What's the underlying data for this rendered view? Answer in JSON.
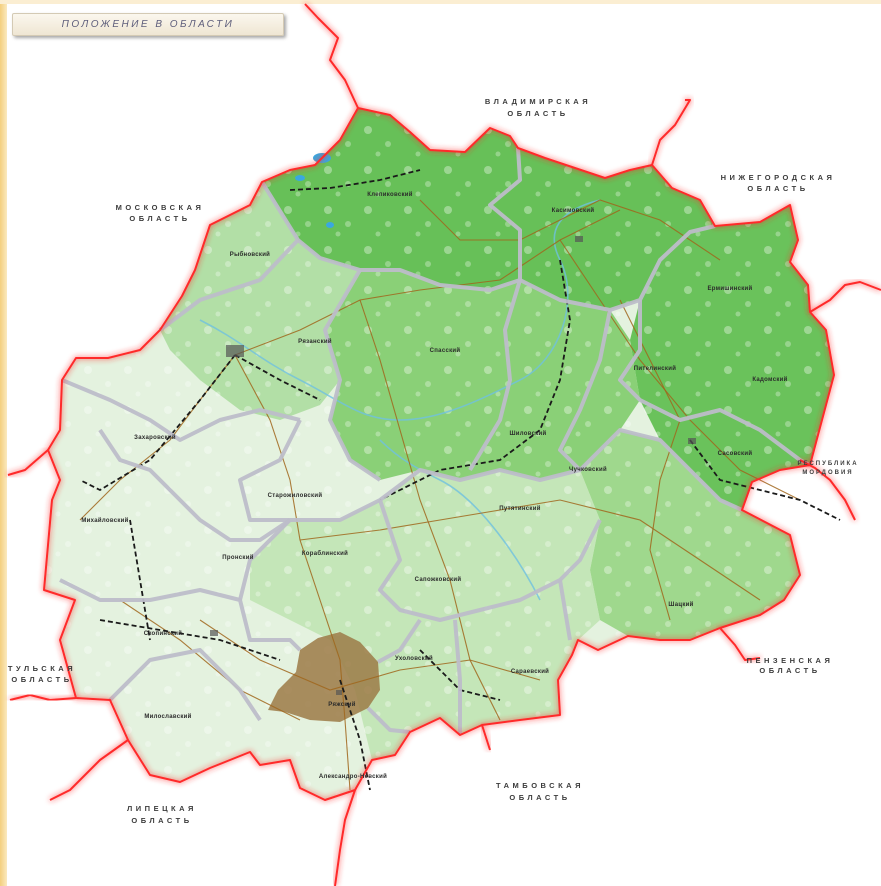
{
  "header": {
    "title": "ПОЛОЖЕНИЕ В ОБЛАСТИ"
  },
  "neighbors": [
    {
      "id": "vladimir",
      "line1": "ВЛАДИМИРСКАЯ",
      "line2": "ОБЛАСТЬ"
    },
    {
      "id": "moscow",
      "line1": "МОСКОВСКАЯ",
      "line2": "ОБЛАСТЬ"
    },
    {
      "id": "nizhny",
      "line1": "НИЖЕГОРОДСКАЯ",
      "line2": "ОБЛАСТЬ"
    },
    {
      "id": "mordovia",
      "line1": "РЕСПУБЛИКА",
      "line2": "МОРДОВИЯ"
    },
    {
      "id": "penza",
      "line1": "ПЕНЗЕНСКАЯ",
      "line2": "ОБЛАСТЬ"
    },
    {
      "id": "tambov",
      "line1": "ТАМБОВСКАЯ",
      "line2": "ОБЛАСТЬ"
    },
    {
      "id": "lipetsk",
      "line1": "ЛИПЕЦКАЯ",
      "line2": "ОБЛАСТЬ"
    },
    {
      "id": "tula",
      "line1": "ТУЛЬСКАЯ",
      "line2": "ОБЛАСТЬ"
    }
  ],
  "districts": [
    {
      "id": "klepikovsky",
      "label": "Клепиковский"
    },
    {
      "id": "kasimovsky",
      "label": "Касимовский"
    },
    {
      "id": "rybnovsky",
      "label": "Рыбновский"
    },
    {
      "id": "ryazansky",
      "label": "Рязанский"
    },
    {
      "id": "ermishinsky",
      "label": "Ермишинский"
    },
    {
      "id": "spassky",
      "label": "Спасский"
    },
    {
      "id": "pitelinsky",
      "label": "Пителинский"
    },
    {
      "id": "kadomsky",
      "label": "Кадомский"
    },
    {
      "id": "zakharovsky",
      "label": "Захаровский"
    },
    {
      "id": "shilovsky",
      "label": "Шиловский"
    },
    {
      "id": "chuchkovsky",
      "label": "Чучковский"
    },
    {
      "id": "sasovsky",
      "label": "Сасовский"
    },
    {
      "id": "starozhilovsky",
      "label": "Старожиловский"
    },
    {
      "id": "mikhailovsky",
      "label": "Михайловский"
    },
    {
      "id": "putyatinsky",
      "label": "Путятинский"
    },
    {
      "id": "pronsky",
      "label": "Пронский"
    },
    {
      "id": "kораблинский",
      "label": "Кораблинский"
    },
    {
      "id": "sapozhkovsky",
      "label": "Сапожковский"
    },
    {
      "id": "shatsky",
      "label": "Шацкий"
    },
    {
      "id": "skopinsky",
      "label": "Скопинский"
    },
    {
      "id": "ryazhsky",
      "label": "Ряжский"
    },
    {
      "id": "sarayevsky",
      "label": "Сараевский"
    },
    {
      "id": "ukholovsky",
      "label": "Ухоловский"
    },
    {
      "id": "miloslavsky",
      "label": "Милославский"
    },
    {
      "id": "aleksandro_nevsky",
      "label": "Александро-Невский"
    }
  ],
  "colors": {
    "outer_border": "#ff2a2a",
    "district_border": "#bdbdc9",
    "forest_dark": "#5cbc4c",
    "forest_light": "#a9dc9c",
    "field": "#eef7ea",
    "highlight": "#9c7a46"
  }
}
